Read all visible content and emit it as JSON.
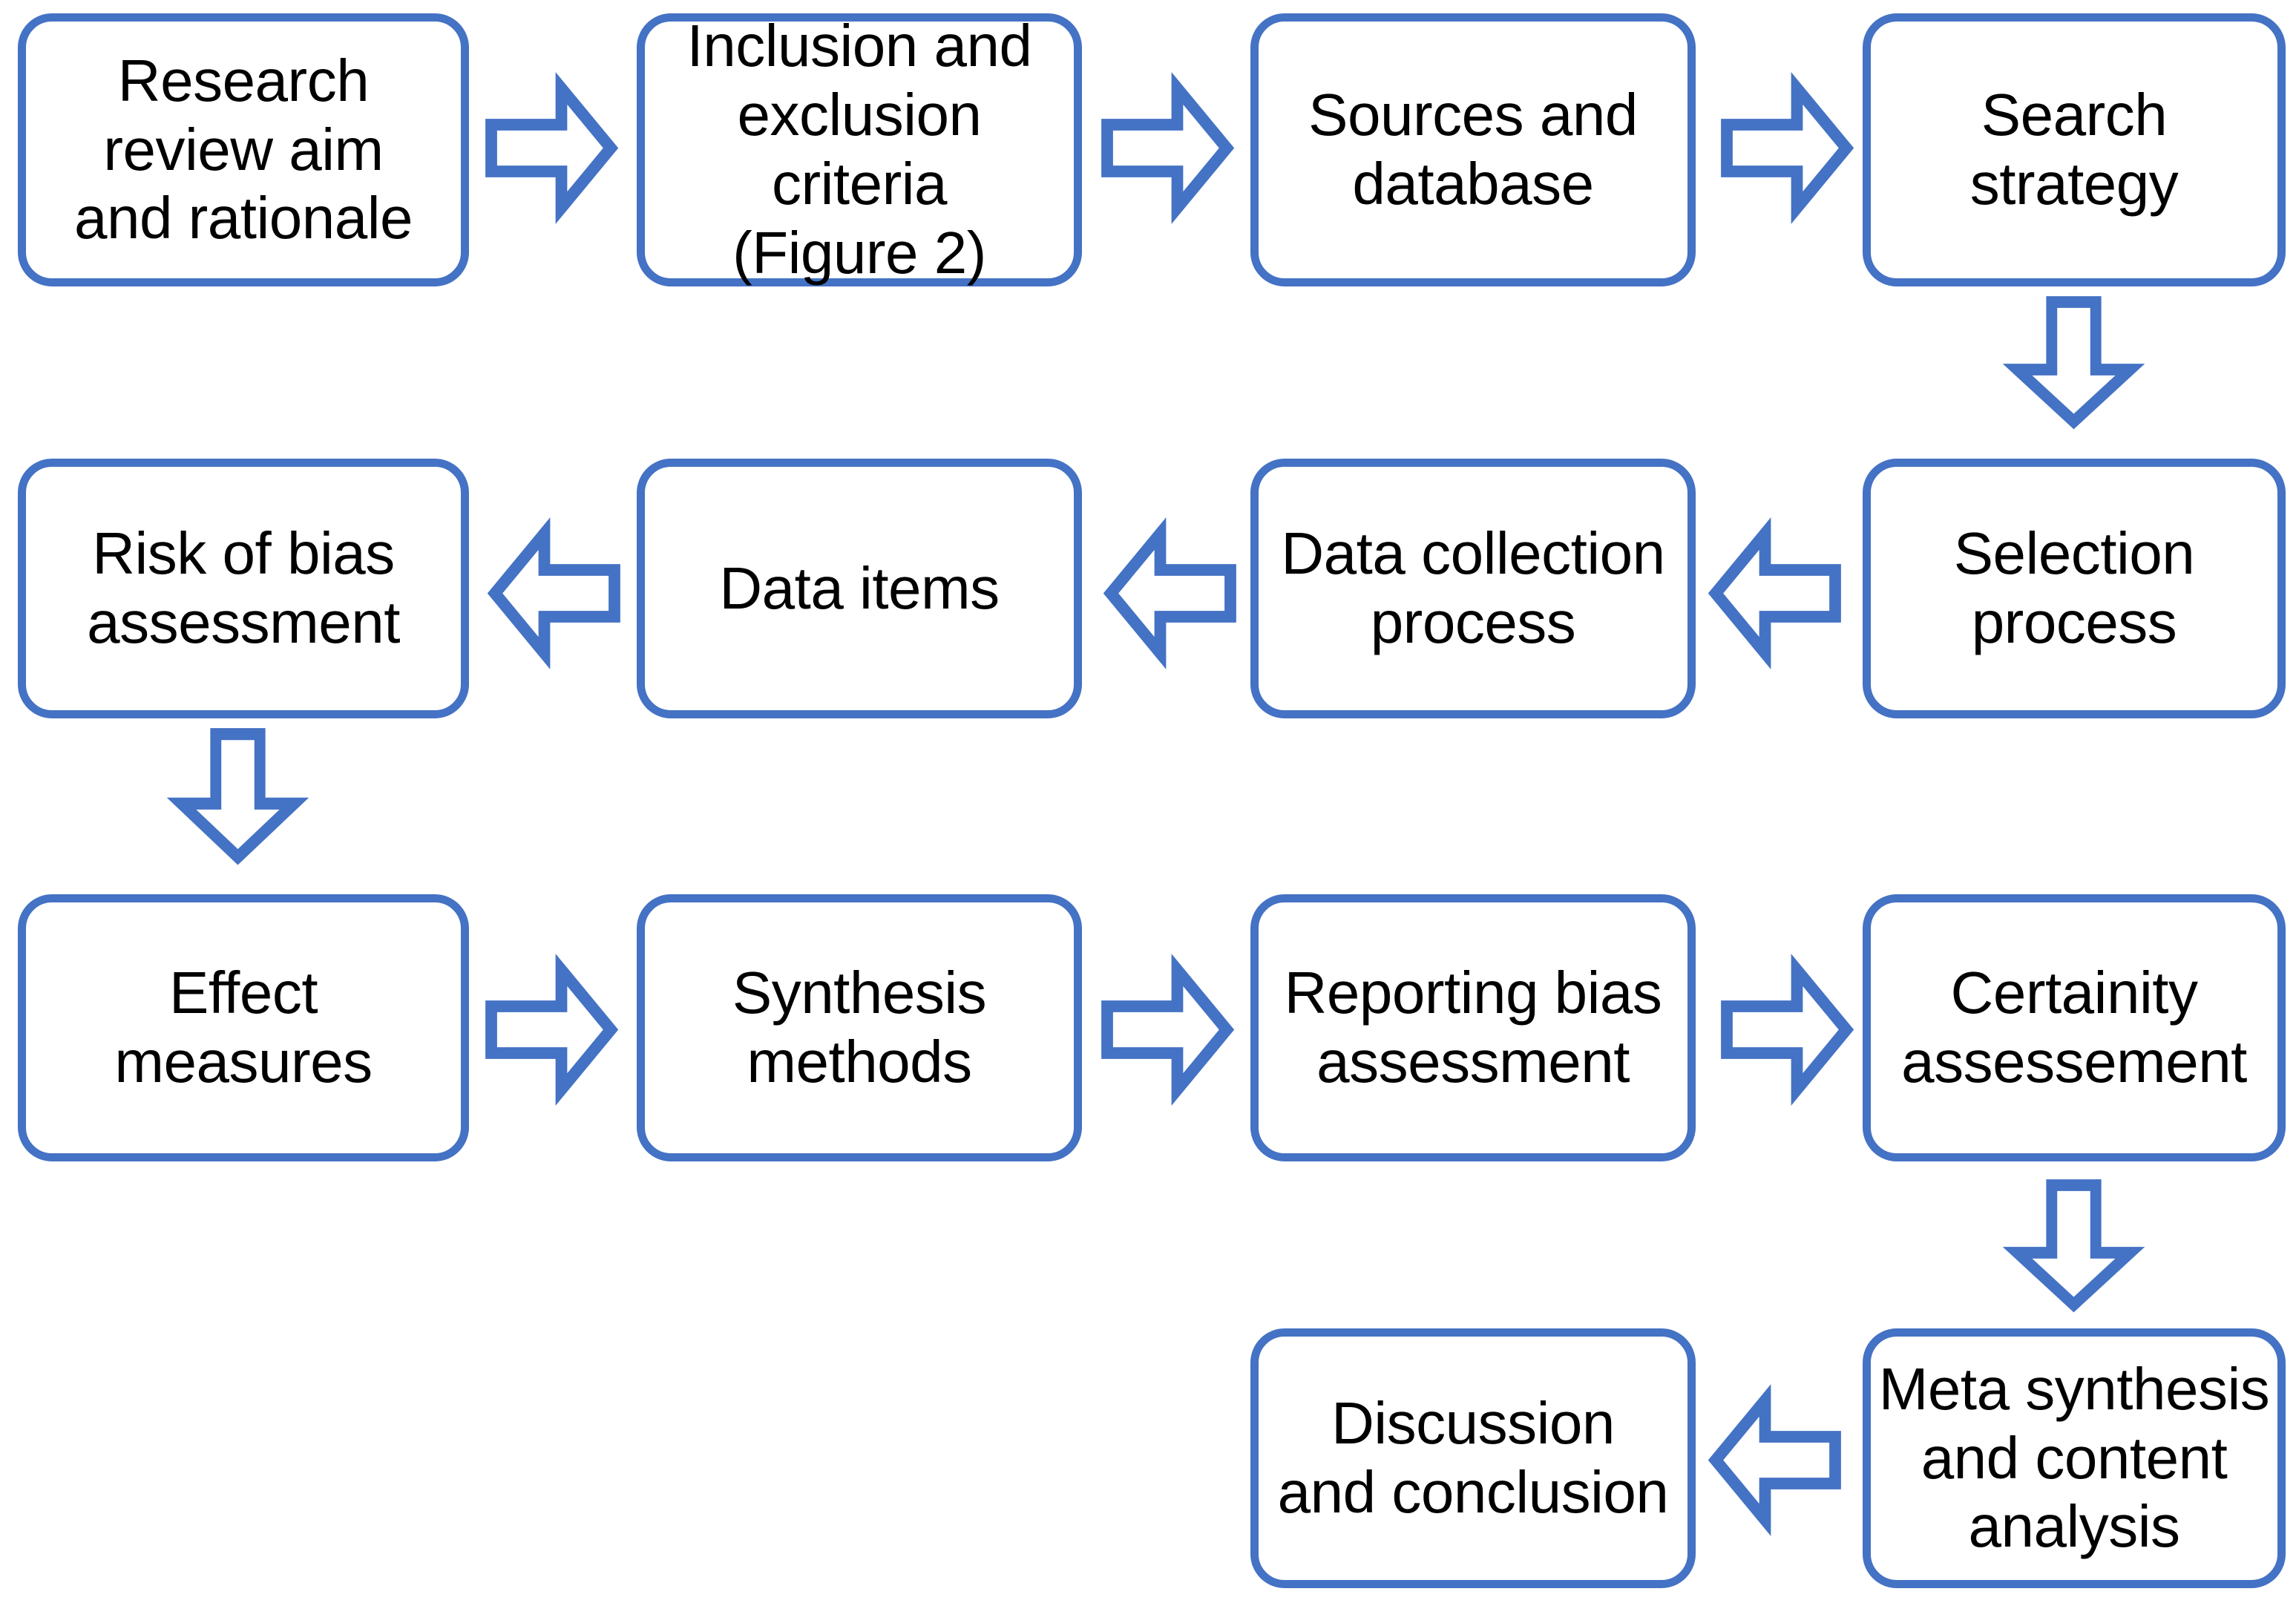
{
  "diagram": {
    "title": "Systematic review methodology flowchart",
    "accent_color": "#4472C4",
    "box_fill": "#FFFFFF",
    "text_color": "#000000",
    "background": "#FFFFFF",
    "nodes": [
      {
        "id": "n1",
        "label": "Research\nreview aim\nand rationale"
      },
      {
        "id": "n2",
        "label": "Inclusion and\nexclusion\ncriteria\n(Figure 2)"
      },
      {
        "id": "n3",
        "label": "Sources and\ndatabase"
      },
      {
        "id": "n4",
        "label": "Search\nstrategy"
      },
      {
        "id": "n5",
        "label": "Selection\nprocess"
      },
      {
        "id": "n6",
        "label": "Data collection\nprocess"
      },
      {
        "id": "n7",
        "label": "Data items"
      },
      {
        "id": "n8",
        "label": "Risk of bias\nassessment"
      },
      {
        "id": "n9",
        "label": "Effect\nmeasures"
      },
      {
        "id": "n10",
        "label": "Synthesis\nmethods"
      },
      {
        "id": "n11",
        "label": "Reporting bias\nassessment"
      },
      {
        "id": "n12",
        "label": "Certainity\nassessement"
      },
      {
        "id": "n13",
        "label": "Meta synthesis\nand content\nanalysis"
      },
      {
        "id": "n14",
        "label": "Discussion\nand conclusion"
      }
    ],
    "arrows": [
      {
        "id": "a1",
        "from": "n1",
        "to": "n2",
        "direction": "right"
      },
      {
        "id": "a2",
        "from": "n2",
        "to": "n3",
        "direction": "right"
      },
      {
        "id": "a3",
        "from": "n3",
        "to": "n4",
        "direction": "right"
      },
      {
        "id": "a4",
        "from": "n4",
        "to": "n5",
        "direction": "down"
      },
      {
        "id": "a5",
        "from": "n5",
        "to": "n6",
        "direction": "left"
      },
      {
        "id": "a6",
        "from": "n6",
        "to": "n7",
        "direction": "left"
      },
      {
        "id": "a7",
        "from": "n7",
        "to": "n8",
        "direction": "left"
      },
      {
        "id": "a8",
        "from": "n8",
        "to": "n9",
        "direction": "down"
      },
      {
        "id": "a9",
        "from": "n9",
        "to": "n10",
        "direction": "right"
      },
      {
        "id": "a10",
        "from": "n10",
        "to": "n11",
        "direction": "right"
      },
      {
        "id": "a11",
        "from": "n11",
        "to": "n12",
        "direction": "right"
      },
      {
        "id": "a12",
        "from": "n12",
        "to": "n13",
        "direction": "down"
      },
      {
        "id": "a13",
        "from": "n13",
        "to": "n14",
        "direction": "left"
      }
    ]
  }
}
